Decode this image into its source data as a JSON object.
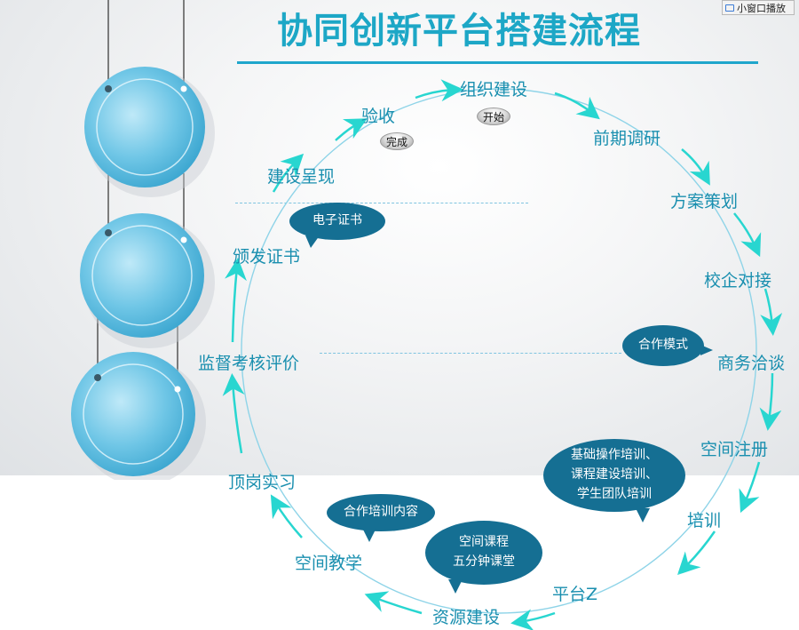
{
  "title": "协同创新平台搭建流程",
  "mini_button": {
    "label": "小窗口播放",
    "icon": "tv-icon"
  },
  "steps": {
    "org_build": "组织建设",
    "early_research": "前期调研",
    "plan": "方案策划",
    "school_enterprise": "校企对接",
    "negotiation": "商务洽谈",
    "space_register": "空间注册",
    "training": "培训",
    "platform": "平台Z",
    "resource_build": "资源建设",
    "space_teaching": "空间教学",
    "internship": "顶岗实习",
    "supervision": "监督考核评价",
    "certificate": "颁发证书",
    "build_present": "建设呈现",
    "acceptance": "验收"
  },
  "bubbles": {
    "e_certificate": "电子证书",
    "coop_mode": "合作模式",
    "training_detail": [
      "基础操作培训、",
      "课程建设培训、",
      "学生团队培训"
    ],
    "training_content": "合作培训内容",
    "course": [
      "空间课程",
      "五分钟课堂"
    ]
  },
  "markers": {
    "start": "开始",
    "done": "完成"
  },
  "colors": {
    "title": "#1da7c6",
    "step_text": "#1a8faf",
    "arrow": "#28d6d0",
    "bubble": "#156f93",
    "disc": "#6fc6e6"
  }
}
